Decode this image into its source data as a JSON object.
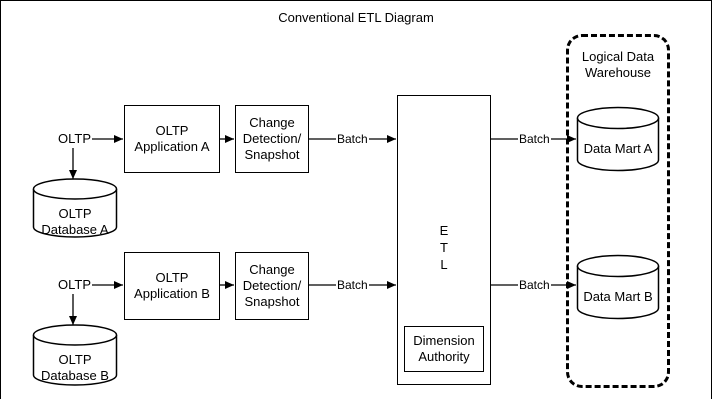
{
  "title": "Conventional ETL Diagram",
  "sources": [
    {
      "oltp_label": "OLTP",
      "application": "OLTP\nApplication A",
      "change_detection": "Change\nDetection/\nSnapshot",
      "batch_label": "Batch",
      "database": "OLTP\nDatabase A"
    },
    {
      "oltp_label": "OLTP",
      "application": "OLTP\nApplication B",
      "change_detection": "Change\nDetection/\nSnapshot",
      "batch_label": "Batch",
      "database": "OLTP\nDatabase B"
    }
  ],
  "etl": {
    "label": "E\nT\nL",
    "dimension_authority": "Dimension\nAuthority"
  },
  "warehouse": {
    "label": "Logical Data\nWarehouse",
    "marts": [
      {
        "batch_label": "Batch",
        "name": "Data Mart A"
      },
      {
        "batch_label": "Batch",
        "name": "Data Mart B"
      }
    ]
  }
}
